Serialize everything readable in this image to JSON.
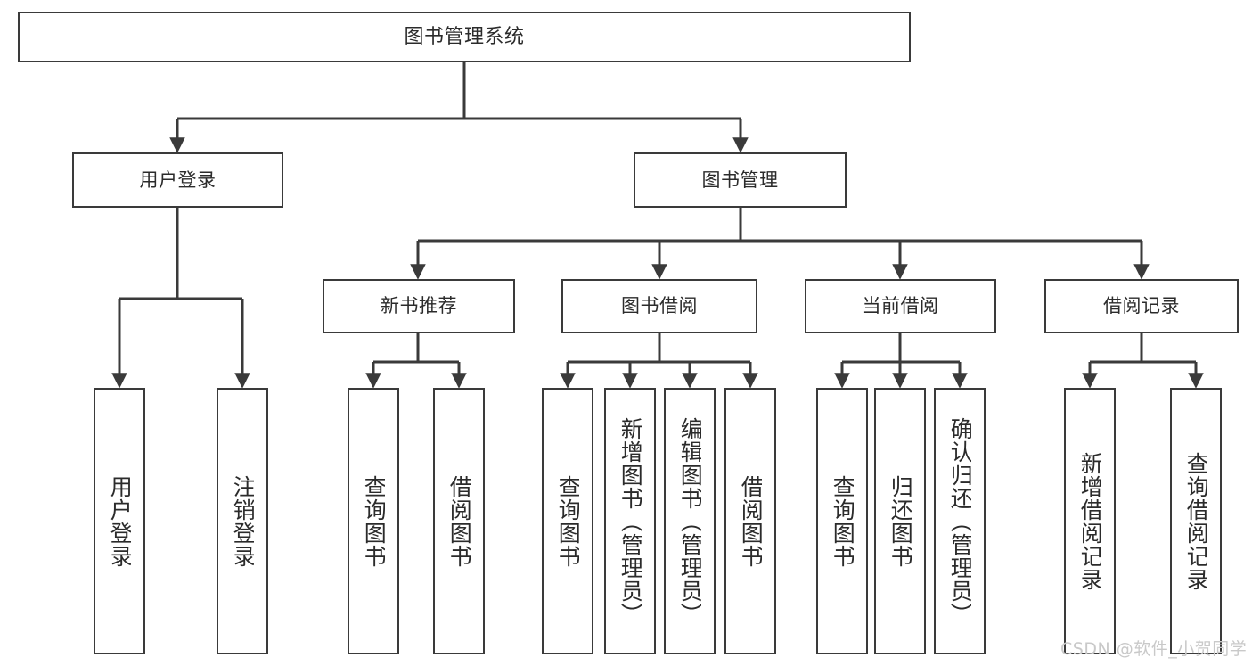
{
  "diagram": {
    "title": "图书管理系统",
    "type": "tree",
    "stroke_color": "#3a3a3a",
    "text_color": "#2b2b2b",
    "background": "#ffffff"
  },
  "nodes": {
    "root": {
      "label": "图书管理系统"
    },
    "level2": [
      {
        "id": "user-login",
        "label": "用户登录"
      },
      {
        "id": "book-manage",
        "label": "图书管理"
      }
    ],
    "level3": [
      {
        "id": "new-book-recommend",
        "label": "新书推荐"
      },
      {
        "id": "book-borrow",
        "label": "图书借阅"
      },
      {
        "id": "current-borrow",
        "label": "当前借阅"
      },
      {
        "id": "borrow-record",
        "label": "借阅记录"
      }
    ],
    "leaves": {
      "user_login": [
        {
          "id": "leaf-user-login",
          "label": "用户登录"
        },
        {
          "id": "leaf-logout-login",
          "label": "注销登录"
        }
      ],
      "new_book_recommend": [
        {
          "id": "leaf-query-book-1",
          "label": "查询图书"
        },
        {
          "id": "leaf-borrow-book-1",
          "label": "借阅图书"
        }
      ],
      "book_borrow": [
        {
          "id": "leaf-query-book-2",
          "label": "查询图书"
        },
        {
          "id": "leaf-add-book",
          "label": "新增图书（管理员）"
        },
        {
          "id": "leaf-edit-book",
          "label": "编辑图书（管理员）"
        },
        {
          "id": "leaf-borrow-book-2",
          "label": "借阅图书"
        }
      ],
      "current_borrow": [
        {
          "id": "leaf-query-book-3",
          "label": "查询图书"
        },
        {
          "id": "leaf-return-book",
          "label": "归还图书"
        },
        {
          "id": "leaf-confirm-return",
          "label": "确认归还（管理员）"
        }
      ],
      "borrow_record": [
        {
          "id": "leaf-add-record",
          "label": "新增借阅记录"
        },
        {
          "id": "leaf-query-record",
          "label": "查询借阅记录"
        }
      ]
    }
  },
  "watermark": {
    "text": "CSDN @软件_小贺同学",
    "color": "#c9c9c9"
  }
}
